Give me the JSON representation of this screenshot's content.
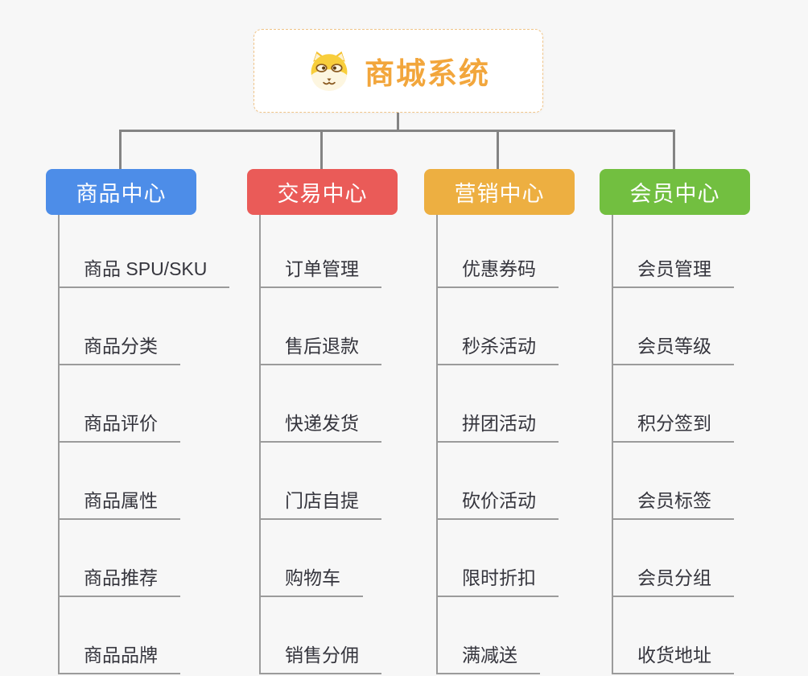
{
  "canvas": {
    "background": "#f7f7f7",
    "connector_color": "#848484",
    "leaf_line_color": "#9b9b9b",
    "leaf_text_color": "#35353d"
  },
  "root": {
    "title": "商城系统",
    "title_color": "#f2a63c",
    "border_color": "#f0c488",
    "icon": "shiba-dog-icon"
  },
  "branches": [
    {
      "id": "product-center",
      "label": "商品中心",
      "color": "#4d8de8",
      "children": [
        "商品 SPU/SKU",
        "商品分类",
        "商品评价",
        "商品属性",
        "商品推荐",
        "商品品牌"
      ]
    },
    {
      "id": "trade-center",
      "label": "交易中心",
      "color": "#ea5b58",
      "children": [
        "订单管理",
        "售后退款",
        "快递发货",
        "门店自提",
        "购物车",
        "销售分佣"
      ]
    },
    {
      "id": "marketing-center",
      "label": "营销中心",
      "color": "#edaf41",
      "children": [
        "优惠券码",
        "秒杀活动",
        "拼团活动",
        "砍价活动",
        "限时折扣",
        "满减送"
      ]
    },
    {
      "id": "member-center",
      "label": "会员中心",
      "color": "#72bf40",
      "children": [
        "会员管理",
        "会员等级",
        "积分签到",
        "会员标签",
        "会员分组",
        "收货地址"
      ]
    }
  ]
}
